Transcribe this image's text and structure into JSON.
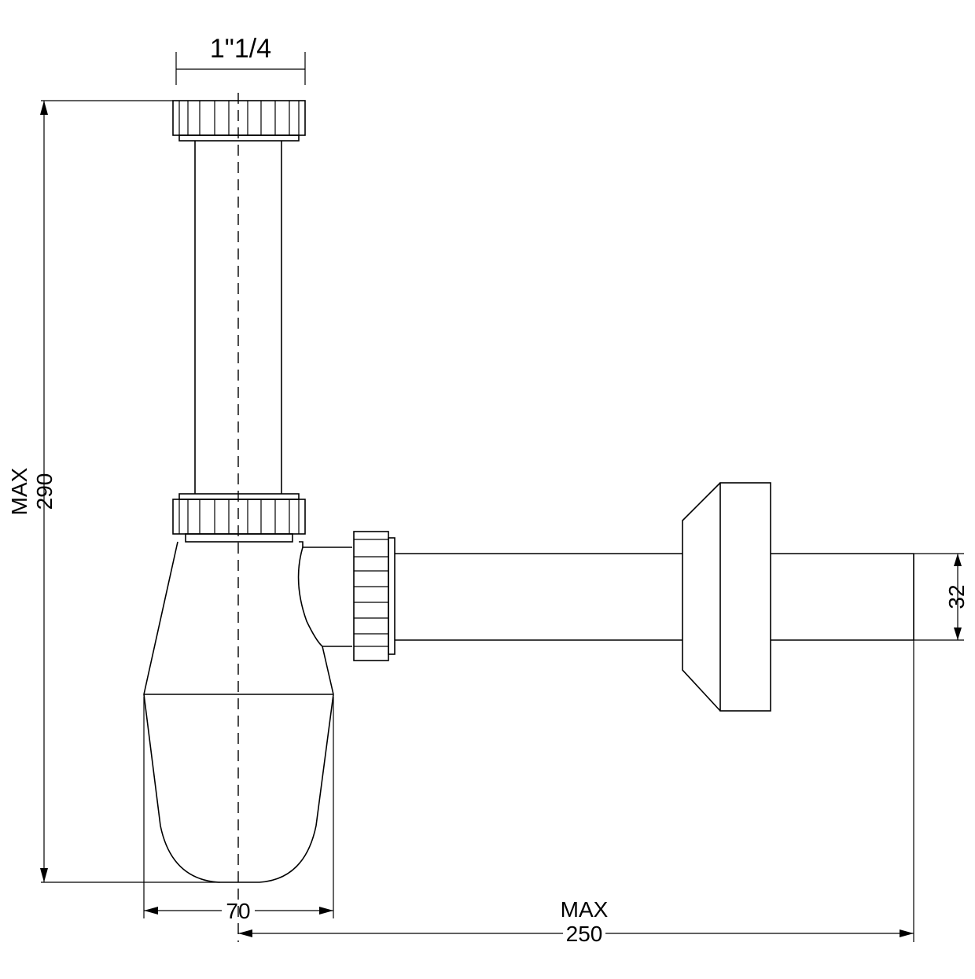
{
  "dimensions": {
    "thread_size": "1\"1/4",
    "height_max_label": "MAX",
    "height_value": "290",
    "outlet_diameter": "32",
    "bowl_width": "70",
    "length_max_label": "MAX",
    "length_value": "250"
  },
  "colors": {
    "line": "#000000",
    "background": "#ffffff"
  }
}
